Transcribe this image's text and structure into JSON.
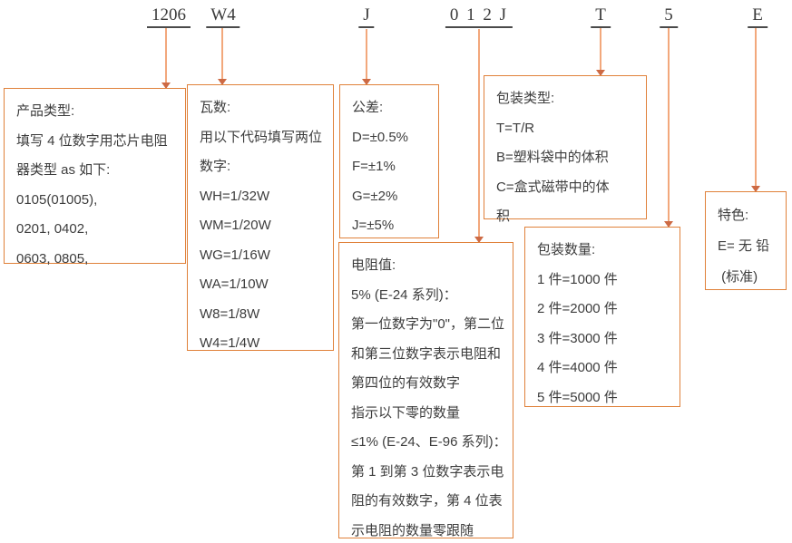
{
  "title": "芯片电阻器型号命名图",
  "colors": {
    "box_border": "#e0813a",
    "connector_line": "#f2a87c",
    "arrowhead": "#cd6a44",
    "text": "#3d3d3d",
    "underline": "#4a4a4a",
    "background": "#ffffff"
  },
  "codes": [
    {
      "text": "1206"
    },
    {
      "text": "W4"
    },
    {
      "text": "J"
    },
    {
      "text": "0 1 2 J"
    },
    {
      "text": "T"
    },
    {
      "text": "5"
    },
    {
      "text": "E"
    }
  ],
  "boxes": [
    {
      "title": "产品类型:",
      "lines": [
        "填写 4 位数字用芯片电阻",
        "器类型 as 如下:",
        "0105(01005),",
        "0201, 0402,",
        "0603, 0805,"
      ]
    },
    {
      "title": "瓦数:",
      "lines": [
        "用以下代码填写两位",
        "数字:",
        "WH=1/32W",
        "WM=1/20W",
        "WG=1/16W",
        "WA=1/10W",
        "W8=1/8W",
        "W4=1/4W"
      ]
    },
    {
      "title": "公差:",
      "lines": [
        "D=±0.5%",
        "F=±1%",
        "G=±2%",
        "J=±5%"
      ]
    },
    {
      "title": "电阻值:",
      "lines": [
        "5% (E-24 系列)：",
        "第一位数字为\"0\"，第二位",
        "和第三位数字表示电阻和",
        "第四位的有效数字",
        "指示以下零的数量",
        "≤1% (E-24、E-96 系列)：",
        "第 1 到第 3 位数字表示电",
        "阻的有效数字，第 4 位表",
        "示电阻的数量零跟随"
      ]
    },
    {
      "title": "包装类型:",
      "lines": [
        "T=T/R",
        "B=塑料袋中的体积",
        "C=盒式磁带中的体",
        "积"
      ]
    },
    {
      "title": "包装数量:",
      "lines": [
        "1 件=1000 件",
        "2 件=2000 件",
        "3 件=3000 件",
        "4 件=4000 件",
        "5 件=5000 件"
      ]
    },
    {
      "title": "特色:",
      "lines": [
        "E= 无 铅",
        " (标准)"
      ]
    }
  ]
}
